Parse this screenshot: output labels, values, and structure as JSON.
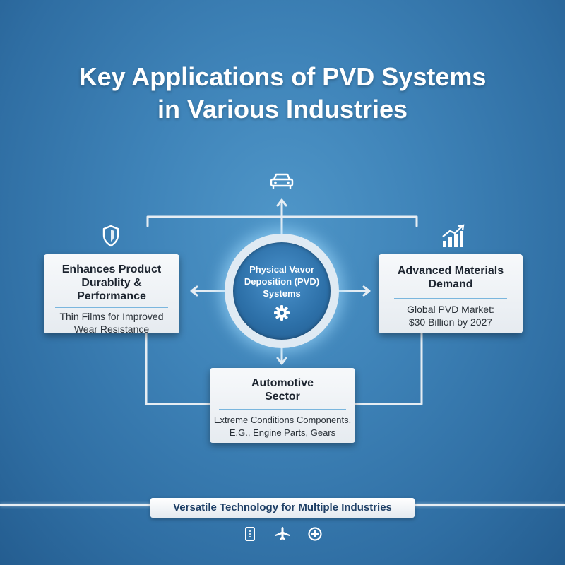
{
  "title": {
    "line1": "Key Applications of PVD Systems",
    "line2": "in Various Industries"
  },
  "center": {
    "line1": "Physical Vavor",
    "line2": "Deposition (PVD)",
    "line3": "Systems",
    "icon": "gear-icon"
  },
  "nodes": {
    "left": {
      "head_lines": [
        "Enhances Product",
        "Durablity &",
        "Performance"
      ],
      "body_lines": [
        "Thin Films for Improved",
        "Wear Resistance"
      ],
      "icon": "shield-icon"
    },
    "right": {
      "head_lines": [
        "Advanced Materials",
        "Demand"
      ],
      "body_lines": [
        "Global PVD Market:",
        "$30 Billion by 2027"
      ],
      "icon": "growth-chart-icon"
    },
    "bottom": {
      "head_lines": [
        "Automotive",
        "Sector"
      ],
      "body_lines": [
        "Extreme Conditions Components.",
        "E.G., Engine Parts, Gears"
      ]
    },
    "top": {
      "icon": "car-icon"
    }
  },
  "footer": {
    "banner": "Versatile Technology for Multiple Industries",
    "icons": [
      "phone-icon",
      "airplane-icon",
      "medical-cross-icon"
    ]
  },
  "colors": {
    "background": "#3f84b9",
    "card": "#eef2f6",
    "connector": "#e6edf3",
    "divider": "#7ab6de",
    "glow": "#a0dcff"
  }
}
